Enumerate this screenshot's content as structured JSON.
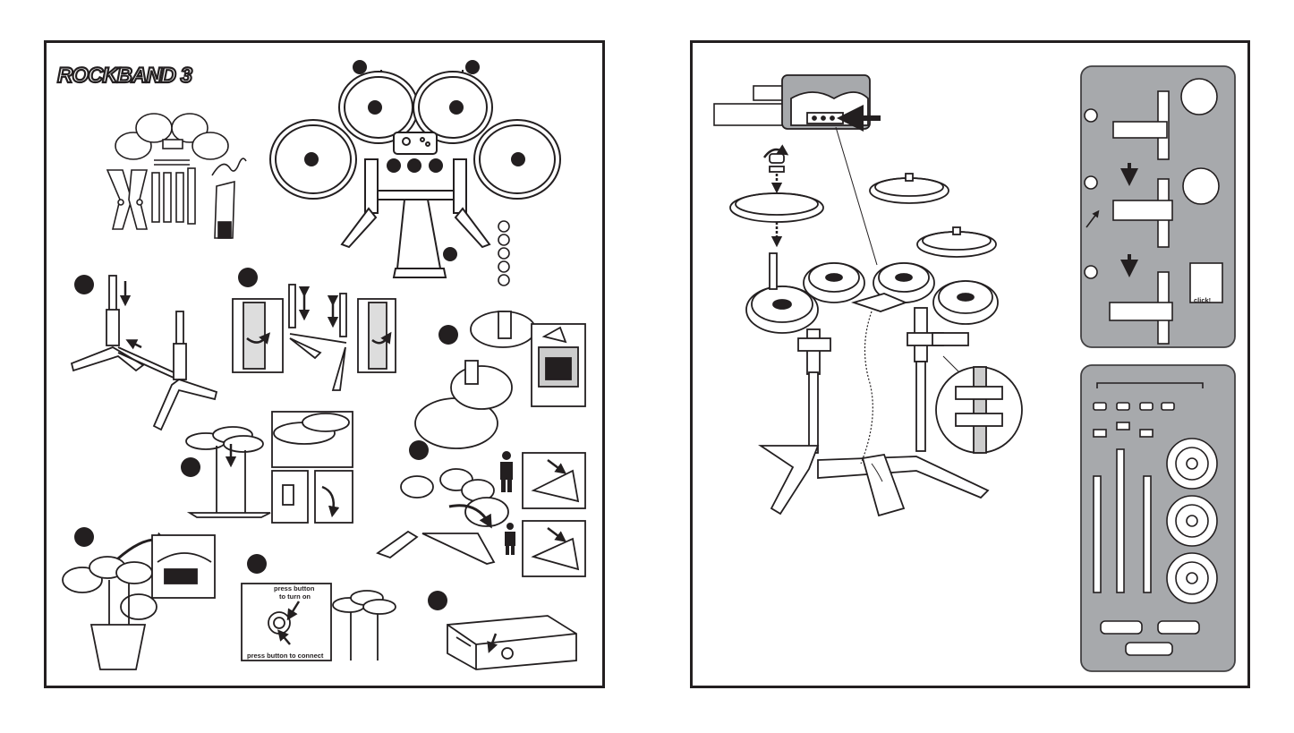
{
  "logo": {
    "text": "ROCKBAND 3"
  },
  "captions": {
    "press_turn_on_line1": "press button",
    "press_turn_on_line2": "to turn on",
    "press_connect": "press button to connect",
    "click": "click!"
  },
  "colors": {
    "ink": "#231f20",
    "panel_gray": "#a7a9ac",
    "panel_border": "#414042",
    "marker_dark": "#231f20"
  },
  "icons": [
    "arrow-icon",
    "person-icon",
    "console-icon",
    "cymbal-icon",
    "drum-pad-icon"
  ]
}
